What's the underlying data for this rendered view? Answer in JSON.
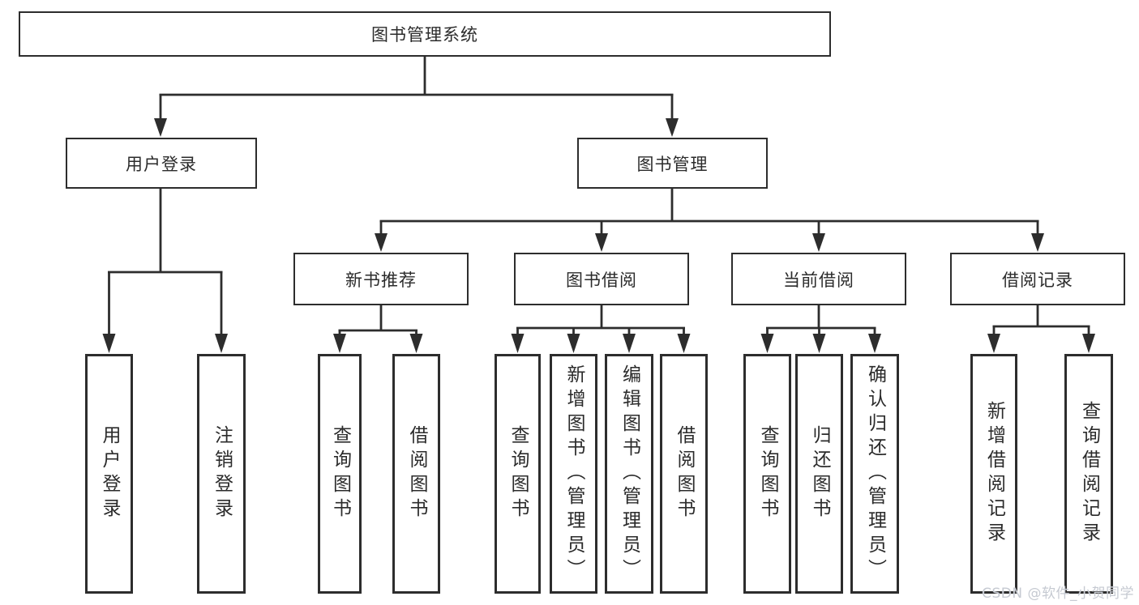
{
  "tree": {
    "root": {
      "label": "图书管理系统",
      "children": [
        {
          "label": "用户登录",
          "children": [
            {
              "label": "用户登录"
            },
            {
              "label": "注销登录"
            }
          ]
        },
        {
          "label": "图书管理",
          "children": [
            {
              "label": "新书推荐",
              "children": [
                {
                  "label": "查询图书"
                },
                {
                  "label": "借阅图书"
                }
              ]
            },
            {
              "label": "图书借阅",
              "children": [
                {
                  "label": "查询图书"
                },
                {
                  "label": "新增图书（管理员）"
                },
                {
                  "label": "编辑图书（管理员）"
                },
                {
                  "label": "借阅图书"
                }
              ]
            },
            {
              "label": "当前借阅",
              "children": [
                {
                  "label": "查询图书"
                },
                {
                  "label": "归还图书"
                },
                {
                  "label": "确认归还（管理员）"
                }
              ]
            },
            {
              "label": "借阅记录",
              "children": [
                {
                  "label": "新增借阅记录"
                },
                {
                  "label": "查询借阅记录"
                }
              ]
            }
          ]
        }
      ]
    }
  },
  "watermark": "CSDN @软件_小贺同学",
  "colors": {
    "line": "#2d2d2d",
    "text": "#2b2b2b",
    "watermark": "#c6cad2",
    "background": "#ffffff"
  }
}
